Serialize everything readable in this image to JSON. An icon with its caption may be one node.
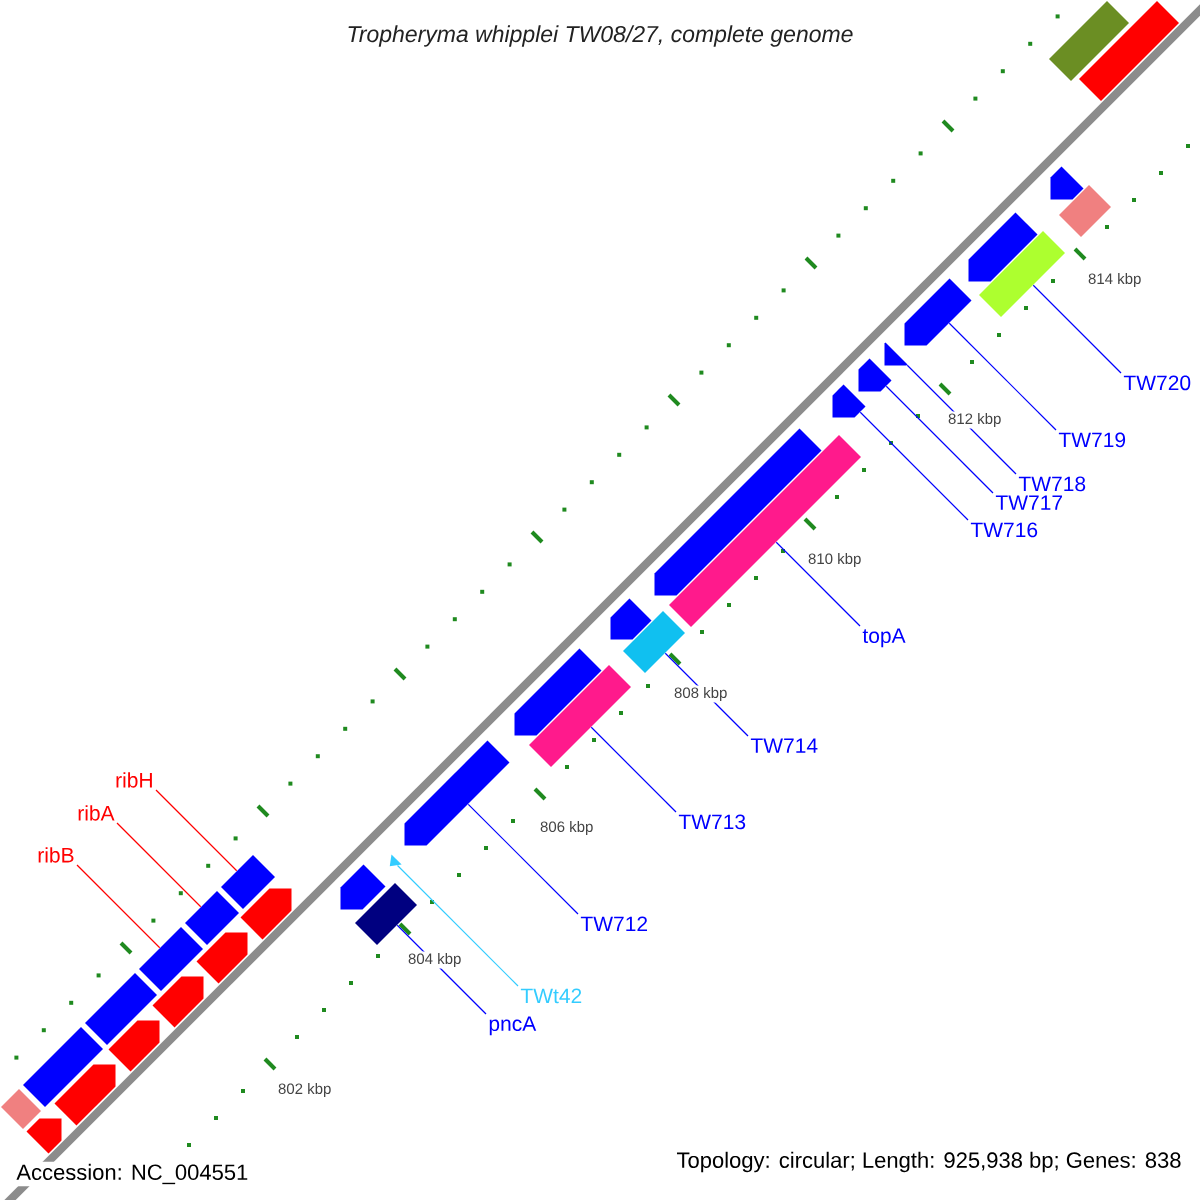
{
  "diagram": {
    "title": "Tropheryma whipplei TW08/27, complete genome",
    "nodes": [
      {
        "text": [
          "TW720"
        ]
      },
      {
        "text": [
          "TW719"
        ]
      },
      {
        "text": [
          "TW718"
        ]
      },
      {
        "text": [
          "TW717"
        ]
      },
      {
        "text": [
          "TW716"
        ]
      },
      {
        "text": [
          "topA"
        ]
      },
      {
        "text": [
          "TW714"
        ]
      },
      {
        "text": [
          "ribH"
        ]
      },
      {
        "text": [
          "TW713"
        ]
      },
      {
        "text": [
          "ribA"
        ]
      },
      {
        "text": [
          "ribB"
        ]
      },
      {
        "text": [
          "TW712"
        ]
      },
      {
        "text": [
          "TWt42"
        ]
      },
      {
        "text": [
          "pncA"
        ]
      },
      {
        "text": [],
        "shape": "bar"
      },
      {
        "text": [],
        "shape": "arrow"
      },
      {
        "text": [],
        "shape": "bar"
      },
      {
        "text": [],
        "shape": "arrow"
      },
      {
        "text": [],
        "shape": "bar"
      },
      {
        "text": [],
        "shape": "arrow"
      },
      {
        "text": [],
        "shape": "bar"
      },
      {
        "text": [],
        "shape": "arrow"
      },
      {
        "text": [],
        "shape": "bar"
      },
      {
        "text": [],
        "shape": "arrow"
      },
      {
        "text": [],
        "shape": "bar"
      },
      {
        "text": [],
        "shape": "arrow"
      },
      {
        "text": [],
        "shape": "arrow"
      },
      {
        "text": [],
        "shape": "bar"
      },
      {
        "text": [],
        "shape": "triangle"
      },
      {
        "text": [],
        "shape": "arrow"
      },
      {
        "text": [],
        "shape": "arrow"
      },
      {
        "text": [],
        "shape": "bar"
      },
      {
        "text": [],
        "shape": "arrow"
      },
      {
        "text": [],
        "shape": "bar"
      },
      {
        "text": [],
        "shape": "arrow"
      },
      {
        "text": [],
        "shape": "bar"
      },
      {
        "text": [],
        "shape": "arrow"
      },
      {
        "text": [],
        "shape": "arrow"
      },
      {
        "text": [],
        "shape": "arrow"
      },
      {
        "text": [],
        "shape": "arrow"
      },
      {
        "text": [],
        "shape": "arrow"
      },
      {
        "text": [],
        "shape": "bar"
      },
      {
        "text": [],
        "shape": "arrow"
      },
      {
        "text": [],
        "shape": "bar"
      },
      {
        "text": [],
        "shape": "bar"
      },
      {
        "text": [],
        "shape": "bar"
      }
    ],
    "edges": [
      {
        "from": 0,
        "to": 41,
        "arrow": "none"
      },
      {
        "from": 1,
        "to": 39,
        "arrow": "none"
      },
      {
        "from": 2,
        "to": 38,
        "arrow": "none"
      },
      {
        "from": 3,
        "to": 37,
        "arrow": "none"
      },
      {
        "from": 4,
        "to": 36,
        "arrow": "none"
      },
      {
        "from": 5,
        "to": 35,
        "arrow": "none"
      },
      {
        "from": 6,
        "to": 33,
        "arrow": "none"
      },
      {
        "from": 7,
        "to": 24,
        "arrow": "none",
        "color": "#ff0000"
      },
      {
        "from": 8,
        "to": 31,
        "arrow": "none"
      },
      {
        "from": 9,
        "to": 22,
        "arrow": "none",
        "color": "#ff0000"
      },
      {
        "from": 10,
        "to": 20,
        "arrow": "none",
        "color": "#ff0000"
      },
      {
        "from": 11,
        "to": 29,
        "arrow": "none"
      },
      {
        "from": 12,
        "to": 28,
        "arrow": "none",
        "color": "#33ccff"
      },
      {
        "from": 13,
        "to": 27,
        "arrow": "none"
      }
    ],
    "labels": [
      "814 kbp",
      "812 kbp",
      "810 kbp",
      "808 kbp",
      "806 kbp",
      "804 kbp",
      "802 kbp",
      "Accession: NC_004551",
      "Topology: circular; Length: 925,938 bp; Genes: 838"
    ]
  }
}
